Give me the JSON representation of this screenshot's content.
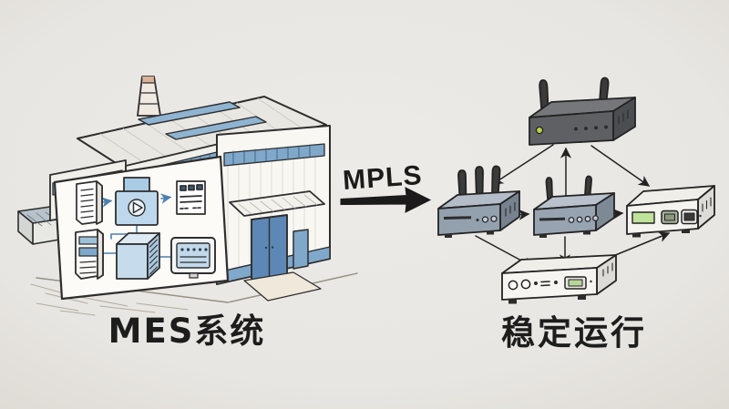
{
  "scene": {
    "type": "hand-drawn-diagram",
    "background_color": "#e8e6e2",
    "ink_color": "#2b2b2b",
    "accent_blue": "#7fa8ca",
    "door_blue": "#5d88b5",
    "led_green": "#b5d44a",
    "lcd_green": "#bfe39a"
  },
  "left_group": {
    "label": "MES系统",
    "illustration": "factory-building-with-cutaway",
    "components": [
      "smokestack",
      "roof-skylights",
      "server-cabinet",
      "workstation-with-play-screen",
      "document-panel",
      "server-tower",
      "server-cube",
      "control-panel",
      "blue-double-door",
      "awning",
      "annex-shed"
    ]
  },
  "link": {
    "label": "MPLS",
    "direction": "left-to-right",
    "style": "thick-hand-drawn-arrow"
  },
  "right_group": {
    "label": "稳定运行",
    "nodes": [
      {
        "id": "top-router",
        "type": "wireless-router",
        "antennas": 2,
        "body_color": "#5f6063",
        "led_color": "#b5d44a"
      },
      {
        "id": "left-router",
        "type": "wireless-router",
        "antennas": 3,
        "body_color": "#93a0ae"
      },
      {
        "id": "middle-router",
        "type": "wireless-router",
        "antennas": 2,
        "body_color": "#97a3b1"
      },
      {
        "id": "right-gateway",
        "type": "media-converter",
        "antennas": 0,
        "body_color": "#f4f3ef",
        "lcd_color": "#bfe39a"
      },
      {
        "id": "bottom-switch",
        "type": "network-switch",
        "antennas": 0,
        "body_color": "#f6f5f1"
      }
    ],
    "connections": [
      {
        "from": "top-router",
        "to": "left-router"
      },
      {
        "from": "middle-router",
        "to": "top-router"
      },
      {
        "from": "top-router",
        "to": "right-gateway"
      },
      {
        "from": "left-router",
        "to": "middle-router"
      },
      {
        "from": "middle-router",
        "to": "right-gateway"
      },
      {
        "from": "left-router",
        "to": "bottom-switch"
      },
      {
        "from": "middle-router",
        "to": "bottom-switch"
      },
      {
        "from": "bottom-switch",
        "to": "right-gateway"
      }
    ]
  }
}
